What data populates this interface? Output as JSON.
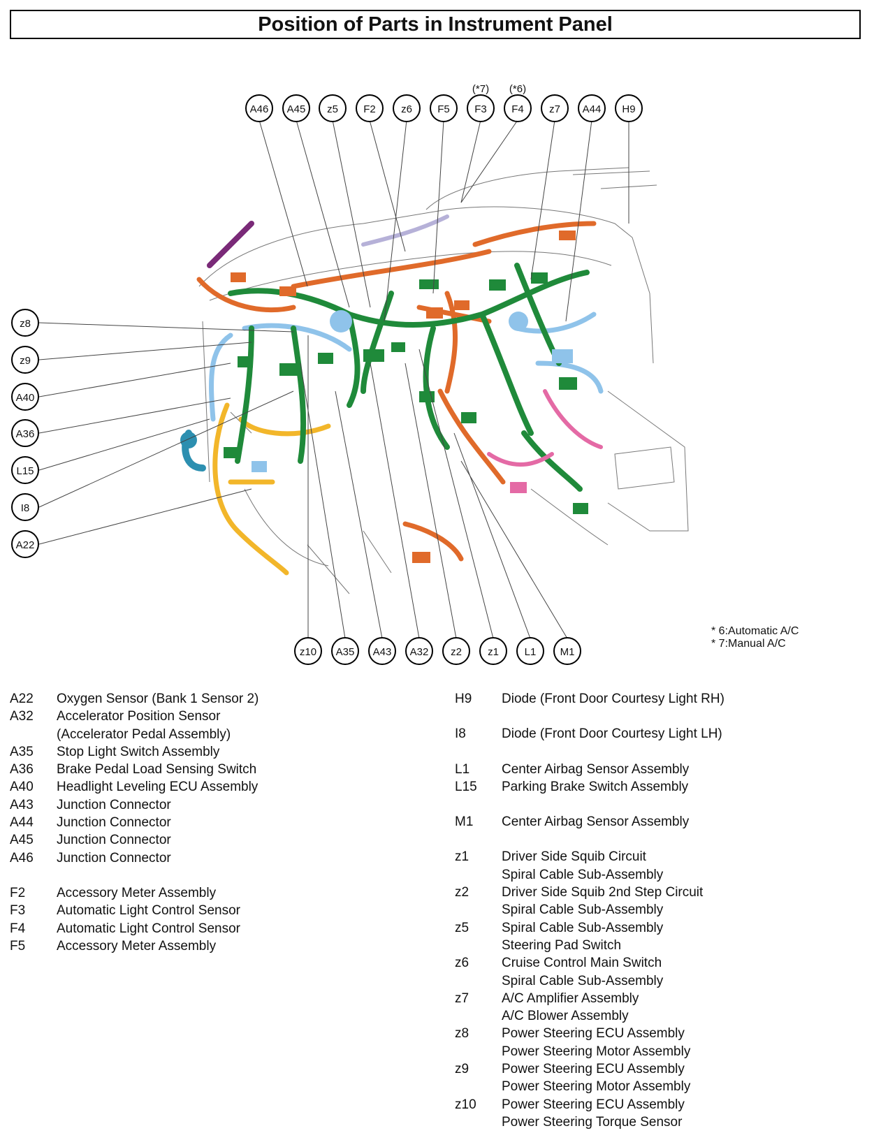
{
  "title": "Position of Parts in Instrument Panel",
  "callouts": {
    "top": [
      "A46",
      "A45",
      "z5",
      "F2",
      "z6",
      "F5",
      "F3",
      "F4",
      "z7",
      "A44",
      "H9"
    ],
    "top_notes": {
      "F3": "(*7)",
      "F4": "(*6)"
    },
    "left": [
      "z8",
      "z9",
      "A40",
      "A36",
      "L15",
      "I8",
      "A22"
    ],
    "bottom": [
      "z10",
      "A35",
      "A43",
      "A32",
      "z2",
      "z1",
      "L1",
      "M1"
    ]
  },
  "notes": [
    "* 6:Automatic A/C",
    "* 7:Manual A/C"
  ],
  "legend_left": [
    {
      "code": "A22",
      "lines": [
        "Oxygen Sensor (Bank 1 Sensor 2)"
      ]
    },
    {
      "code": "A32",
      "lines": [
        "Accelerator Position Sensor",
        "(Accelerator Pedal Assembly)"
      ]
    },
    {
      "code": "A35",
      "lines": [
        "Stop Light Switch Assembly"
      ]
    },
    {
      "code": "A36",
      "lines": [
        "Brake Pedal Load Sensing Switch"
      ]
    },
    {
      "code": "A40",
      "lines": [
        "Headlight Leveling ECU Assembly"
      ]
    },
    {
      "code": "A43",
      "lines": [
        "Junction Connector"
      ]
    },
    {
      "code": "A44",
      "lines": [
        "Junction Connector"
      ]
    },
    {
      "code": "A45",
      "lines": [
        "Junction Connector"
      ]
    },
    {
      "code": "A46",
      "lines": [
        "Junction Connector"
      ]
    },
    {
      "gap": true
    },
    {
      "code": "F2",
      "lines": [
        "Accessory Meter Assembly"
      ]
    },
    {
      "code": "F3",
      "lines": [
        "Automatic Light Control Sensor"
      ]
    },
    {
      "code": "F4",
      "lines": [
        "Automatic Light Control Sensor"
      ]
    },
    {
      "code": "F5",
      "lines": [
        "Accessory Meter Assembly"
      ]
    }
  ],
  "legend_right": [
    {
      "code": "H9",
      "lines": [
        "Diode (Front Door Courtesy Light RH)"
      ]
    },
    {
      "gap": true
    },
    {
      "code": "I8",
      "lines": [
        "Diode (Front Door Courtesy Light LH)"
      ]
    },
    {
      "gap": true
    },
    {
      "code": "L1",
      "lines": [
        "Center Airbag Sensor Assembly"
      ]
    },
    {
      "code": "L15",
      "lines": [
        "Parking Brake Switch Assembly"
      ]
    },
    {
      "gap": true
    },
    {
      "code": "M1",
      "lines": [
        "Center Airbag Sensor Assembly"
      ]
    },
    {
      "gap": true
    },
    {
      "code": "z1",
      "lines": [
        "Driver Side Squib Circuit",
        "Spiral Cable Sub-Assembly"
      ]
    },
    {
      "code": "z2",
      "lines": [
        "Driver Side Squib 2nd Step Circuit",
        "Spiral Cable Sub-Assembly"
      ]
    },
    {
      "code": "z5",
      "lines": [
        "Spiral Cable Sub-Assembly",
        "Steering Pad Switch"
      ]
    },
    {
      "code": "z6",
      "lines": [
        "Cruise Control Main Switch",
        "Spiral Cable Sub-Assembly"
      ]
    },
    {
      "code": "z7",
      "lines": [
        "A/C Amplifier Assembly",
        "A/C Blower Assembly"
      ]
    },
    {
      "code": "z8",
      "lines": [
        "Power Steering ECU Assembly",
        "Power Steering Motor Assembly"
      ]
    },
    {
      "code": "z9",
      "lines": [
        "Power Steering ECU Assembly",
        "Power Steering Motor Assembly"
      ]
    },
    {
      "code": "z10",
      "lines": [
        "Power Steering ECU Assembly",
        "Power Steering Torque Sensor"
      ]
    }
  ],
  "colors": {
    "harness_green": "#1f8a3a",
    "harness_orange": "#e06a2a",
    "harness_blue": "#8fc3ea",
    "harness_yellow": "#f2b62a",
    "harness_pink": "#e46aa5",
    "harness_purple": "#7a2a78",
    "harness_lavender": "#b6b1d8",
    "harness_teal": "#2c8fb0"
  }
}
